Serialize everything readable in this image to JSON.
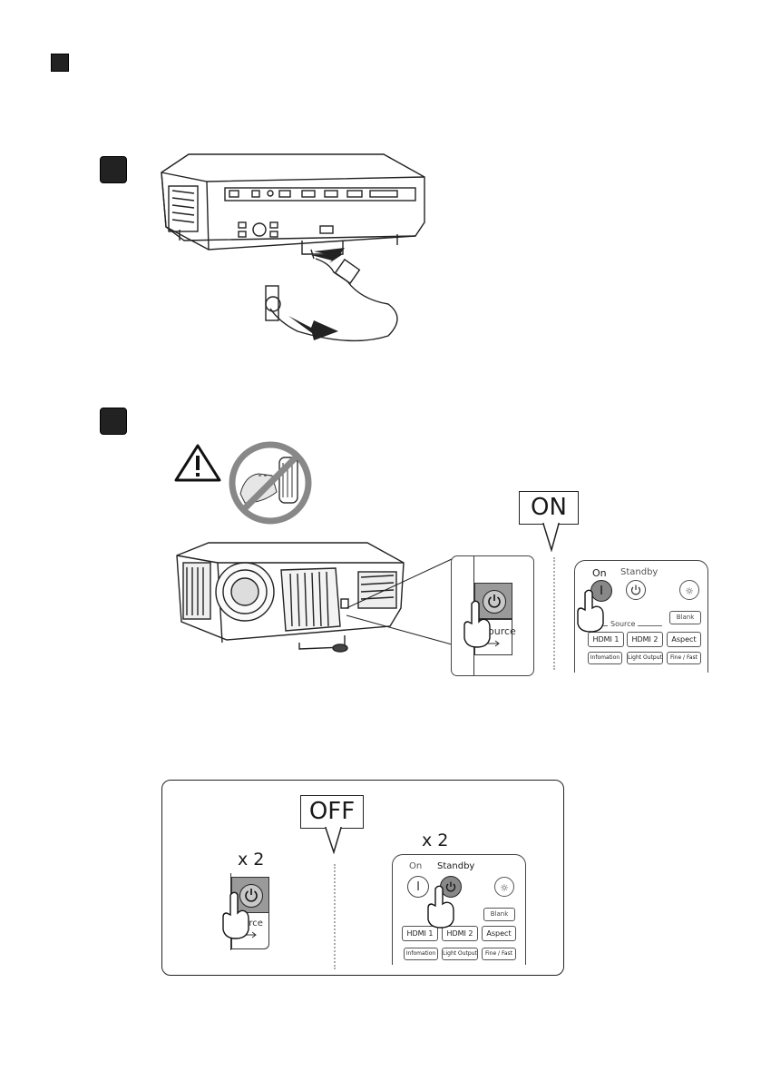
{
  "callouts": {
    "on": "ON",
    "off": "OFF"
  },
  "multiplier": {
    "button_times": "x 2",
    "remote_times": "x 2"
  },
  "remote_on": {
    "on_label": "On",
    "standby_label": "Standby",
    "on_symbol": "I",
    "source_label": "Source",
    "blank": "Blank",
    "hdmi1": "HDMI 1",
    "hdmi2": "HDMI 2",
    "aspect": "Aspect",
    "information": "Infomation",
    "light_output": "Light Output",
    "fine_fast": "Fine / Fast"
  },
  "remote_off": {
    "on_label": "On",
    "standby_label": "Standby",
    "on_symbol": "I",
    "blank": "Blank",
    "hdmi1": "HDMI 1",
    "hdmi2": "HDMI 2",
    "aspect": "Aspect",
    "information": "Infomation",
    "light_output": "Light Output",
    "fine_fast": "Fine / Fast"
  },
  "panel_button": {
    "source_fragment_on": "ource",
    "source_fragment_off": "urce"
  },
  "icons": {
    "section_marker": "square-marker-icon",
    "step_marker": "step-marker-icon",
    "warning": "warning-triangle-icon",
    "prohibited": "no-look-into-lens-icon",
    "power": "power-icon",
    "hand": "pointing-hand-icon",
    "arrow": "insert-arrow-icon"
  }
}
